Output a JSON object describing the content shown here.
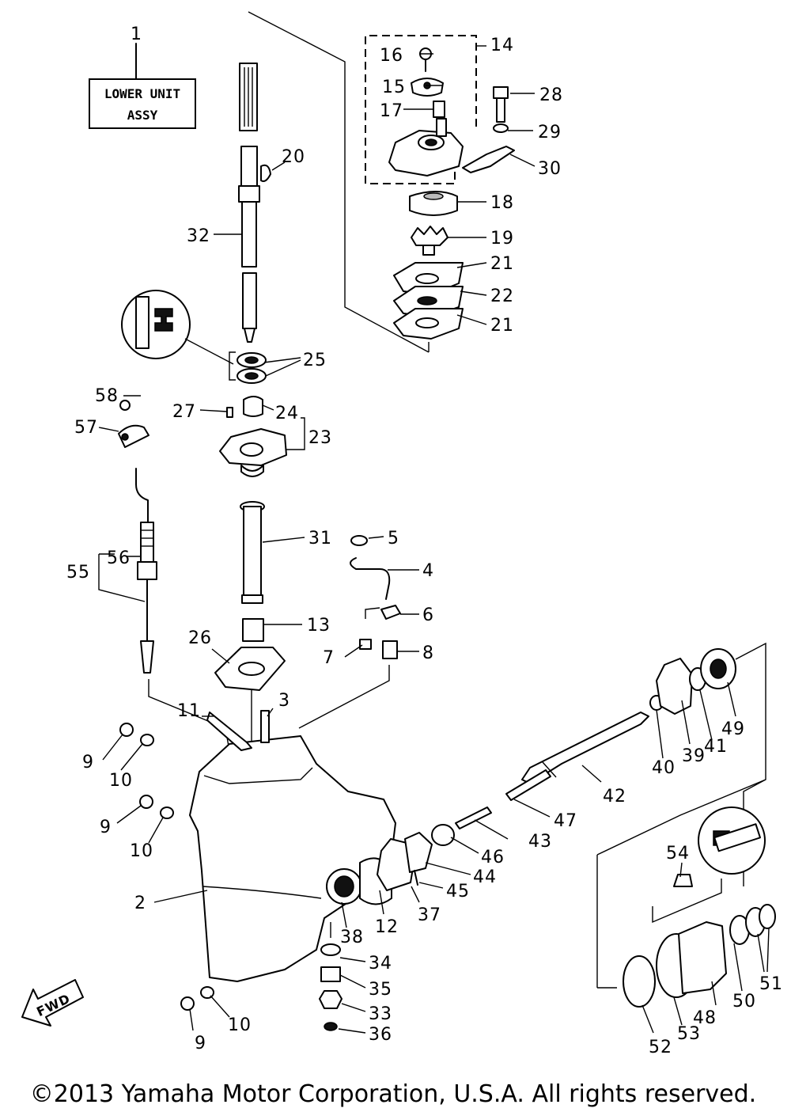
{
  "title_box": {
    "line1": "LOWER UNIT",
    "line2": "ASSY"
  },
  "fwd_arrow": "FWD",
  "copyright": "©2013 Yamaha Motor Corporation, U.S.A. All rights reserved.",
  "labels": {
    "p1": "1",
    "p2": "2",
    "p3": "3",
    "p4": "4",
    "p5": "5",
    "p6": "6",
    "p7": "7",
    "p8": "8",
    "p9a": "9",
    "p9b": "9",
    "p9c": "9",
    "p10a": "10",
    "p10b": "10",
    "p10c": "10",
    "p11": "11",
    "p12": "12",
    "p13": "13",
    "p14": "14",
    "p15": "15",
    "p16": "16",
    "p17": "17",
    "p18": "18",
    "p19": "19",
    "p20": "20",
    "p21a": "21",
    "p21b": "21",
    "p22": "22",
    "p23": "23",
    "p24": "24",
    "p25": "25",
    "p26": "26",
    "p27": "27",
    "p28": "28",
    "p29": "29",
    "p30": "30",
    "p31": "31",
    "p32": "32",
    "p33": "33",
    "p34": "34",
    "p35": "35",
    "p36": "36",
    "p37": "37",
    "p38": "38",
    "p39": "39",
    "p40": "40",
    "p41": "41",
    "p42": "42",
    "p43": "43",
    "p44": "44",
    "p45": "45",
    "p46": "46",
    "p47": "47",
    "p48": "48",
    "p49": "49",
    "p50": "50",
    "p51": "51",
    "p52": "52",
    "p53": "53",
    "p54": "54",
    "p55": "55",
    "p56": "56",
    "p57": "57",
    "p58": "58"
  }
}
